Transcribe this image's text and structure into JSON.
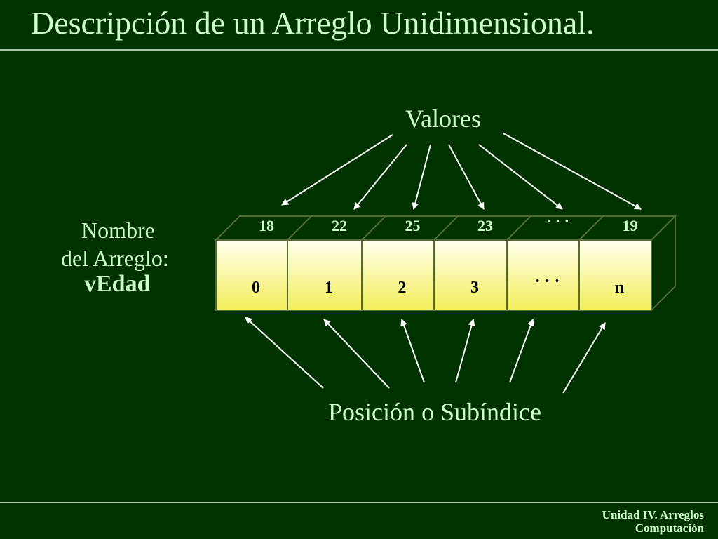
{
  "title": "Descripción de un Arreglo Unidimensional.",
  "labels": {
    "values": "Valores",
    "position": "Posición o Subíndice",
    "array_name_line1": "Nombre",
    "array_name_line2": "del Arreglo:",
    "array_name": "vEdad"
  },
  "array": {
    "values": [
      "18",
      "22",
      "25",
      "23",
      "· · ·",
      "19"
    ],
    "indices": [
      "0",
      "1",
      "2",
      "3",
      "· · ·",
      "n"
    ]
  },
  "footer": {
    "line1": "Unidad IV. Arreglos",
    "line2": "Computación"
  },
  "colors": {
    "background": "#003300",
    "text": "#ccffcc",
    "cell_fill_top": "#ffffe8",
    "cell_fill_bottom": "#f4f060",
    "cell_border": "#556b2f"
  }
}
